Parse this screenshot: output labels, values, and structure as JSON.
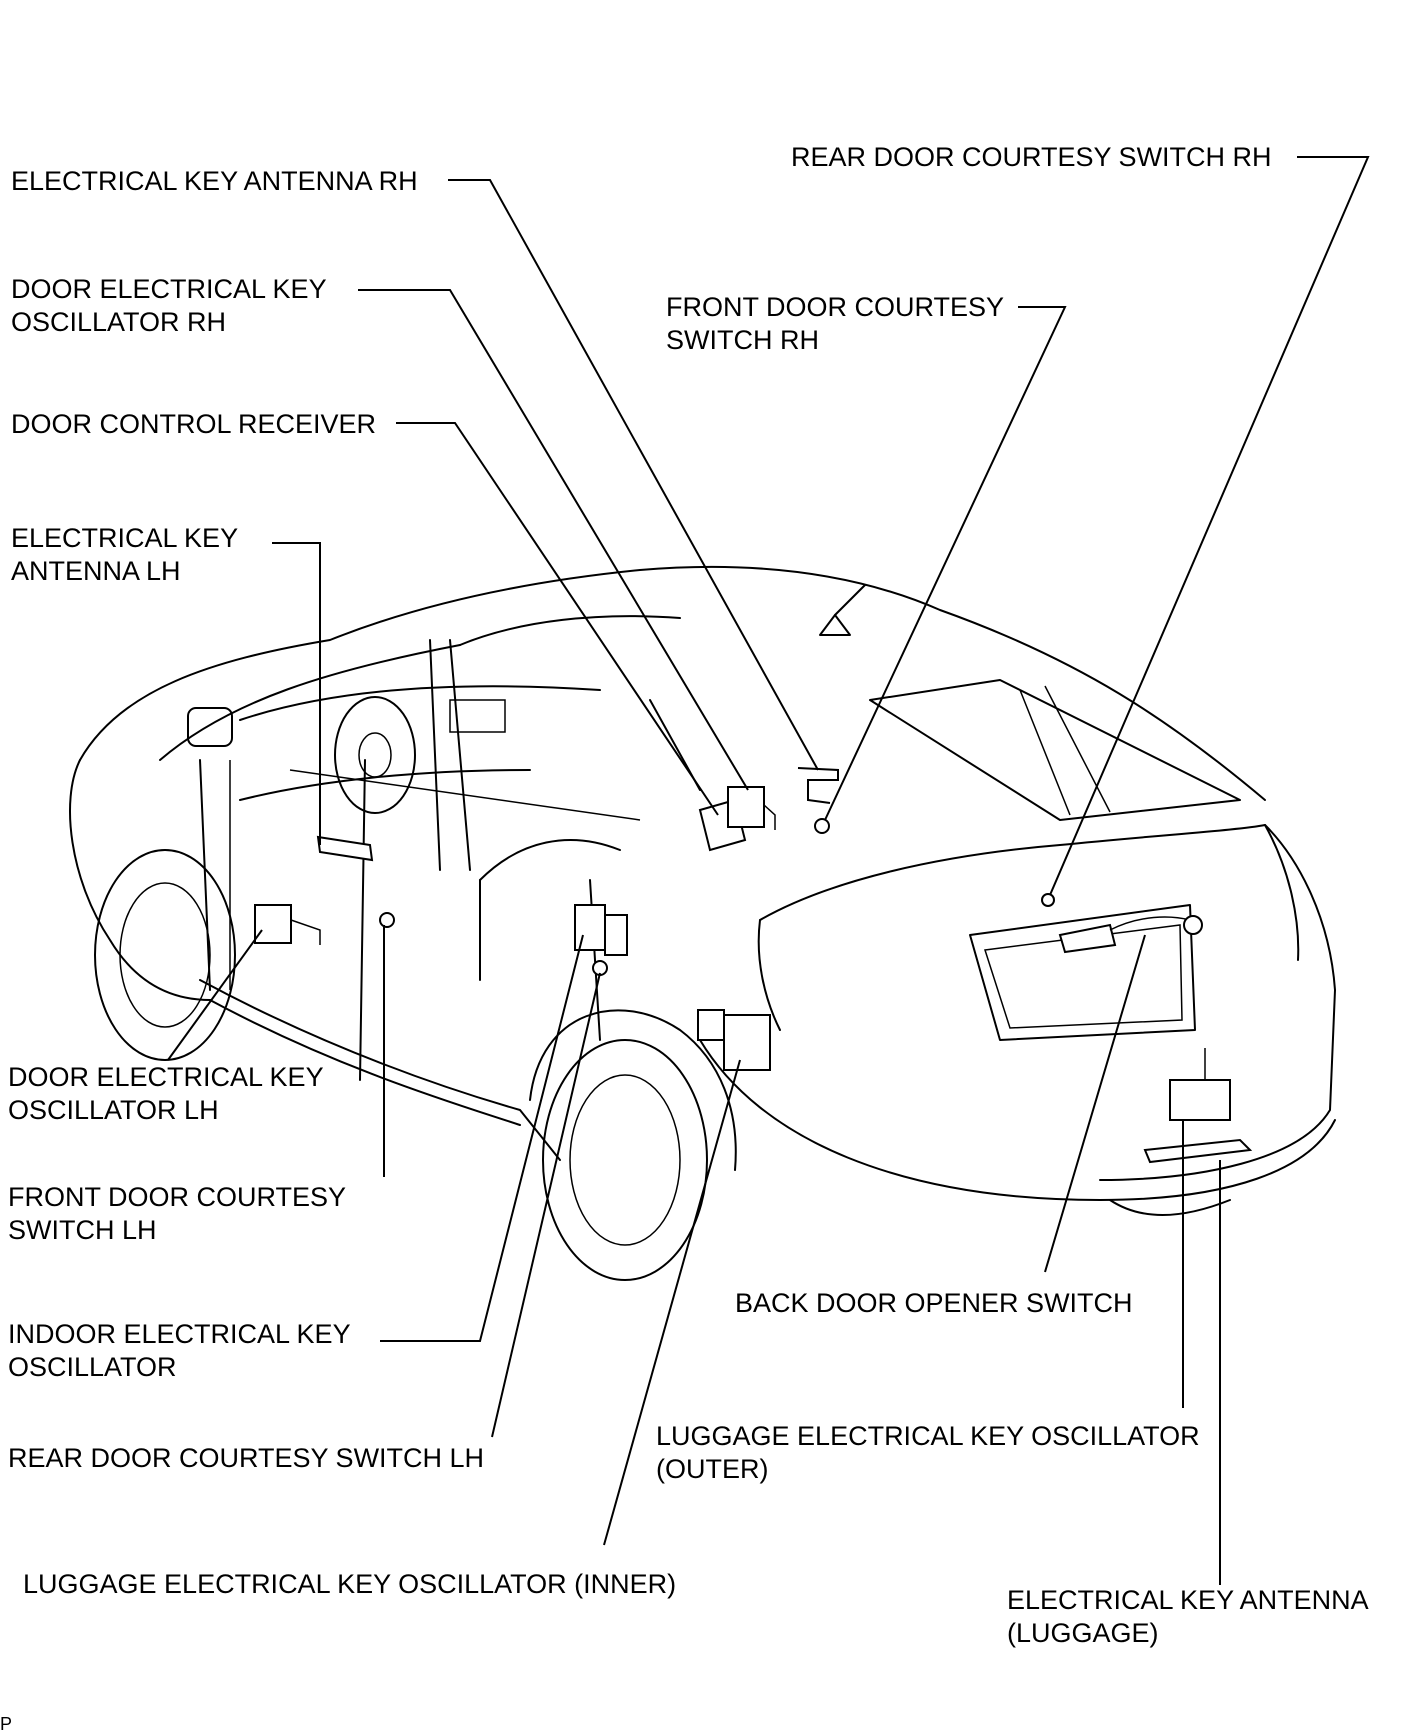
{
  "labels": {
    "electrical_key_antenna_rh": [
      "ELECTRICAL KEY ANTENNA RH"
    ],
    "door_electrical_key_oscillator_rh": [
      "DOOR ELECTRICAL KEY",
      "OSCILLATOR RH"
    ],
    "door_control_receiver": [
      "DOOR CONTROL RECEIVER"
    ],
    "electrical_key_antenna_lh": [
      "ELECTRICAL KEY",
      "ANTENNA LH"
    ],
    "rear_door_courtesy_switch_rh": [
      "REAR DOOR COURTESY SWITCH RH"
    ],
    "front_door_courtesy_switch_rh": [
      "FRONT DOOR COURTESY",
      "SWITCH RH"
    ],
    "door_electrical_key_oscillator_lh": [
      "DOOR ELECTRICAL KEY",
      "OSCILLATOR LH"
    ],
    "front_door_courtesy_switch_lh": [
      "FRONT DOOR COURTESY",
      "SWITCH LH"
    ],
    "indoor_electrical_key_oscillator": [
      "INDOOR ELECTRICAL KEY",
      "OSCILLATOR"
    ],
    "rear_door_courtesy_switch_lh": [
      "REAR DOOR COURTESY SWITCH LH"
    ],
    "luggage_electrical_key_oscillator_inner": [
      "LUGGAGE ELECTRICAL KEY OSCILLATOR (INNER)"
    ],
    "back_door_opener_switch": [
      "BACK DOOR OPENER SWITCH"
    ],
    "luggage_electrical_key_oscillator_outer": [
      "LUGGAGE ELECTRICAL KEY OSCILLATOR",
      "(OUTER)"
    ],
    "electrical_key_antenna_luggage": [
      "ELECTRICAL KEY ANTENNA",
      "(LUGGAGE)"
    ]
  },
  "corner_mark": "P"
}
